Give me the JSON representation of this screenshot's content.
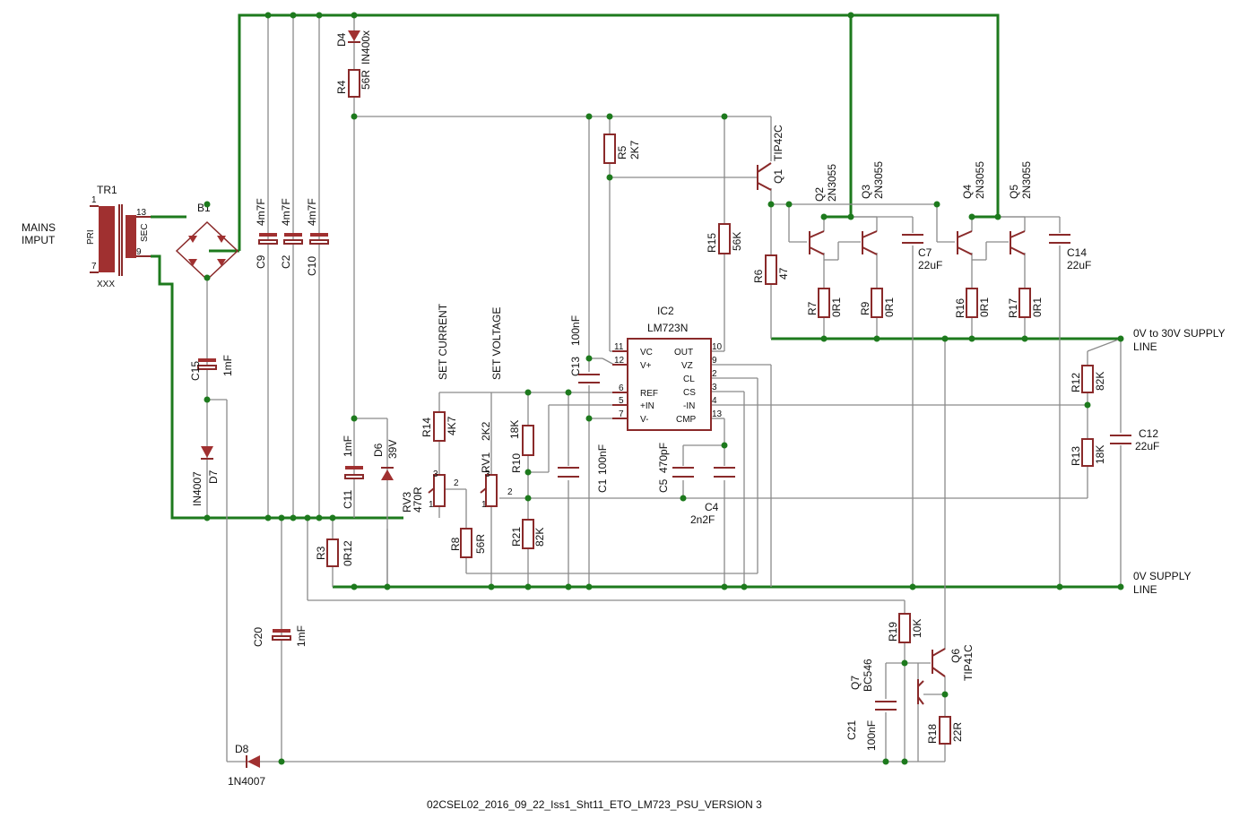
{
  "title": "02CSEL02_2016_09_22_Iss1_Sht11_ETO_LM723_PSU_VERSION 3",
  "labels": {
    "mains": [
      "MAINS",
      "IMPUT"
    ],
    "set_current": "SET CURRENT",
    "set_voltage": "SET VOLTAGE",
    "supply_line": [
      "0V to 30V SUPPLY",
      "LINE"
    ],
    "zero_line": [
      "0V SUPPLY",
      "LINE"
    ]
  },
  "transformer": {
    "ref": "TR1",
    "pri": "PRI",
    "sec": "SEC",
    "pin1": "1",
    "pin7": "7",
    "pin13": "13",
    "pin9": "9",
    "value": "XXX"
  },
  "ic": {
    "ref": "IC2",
    "value": "LM723N",
    "left_pins": [
      {
        "num": "11",
        "name": "VC"
      },
      {
        "num": "12",
        "name": "V+"
      },
      {
        "num": "6",
        "name": "REF"
      },
      {
        "num": "5",
        "name": "+IN"
      },
      {
        "num": "7",
        "name": "V-"
      }
    ],
    "right_pins": [
      {
        "num": "10",
        "name": "OUT"
      },
      {
        "num": "9",
        "name": "VZ"
      },
      {
        "num": "2",
        "name": "CL"
      },
      {
        "num": "3",
        "name": "CS"
      },
      {
        "num": "4",
        "name": "-IN"
      },
      {
        "num": "13",
        "name": "CMP"
      }
    ]
  },
  "components": [
    {
      "ref": "B1",
      "value": ""
    },
    {
      "ref": "C9",
      "value": "4m7F"
    },
    {
      "ref": "C2",
      "value": "4m7F"
    },
    {
      "ref": "C10",
      "value": "4m7F"
    },
    {
      "ref": "D4",
      "value": "IN400x"
    },
    {
      "ref": "R4",
      "value": "56R"
    },
    {
      "ref": "C15",
      "value": "1mF"
    },
    {
      "ref": "D7",
      "value": "IN4007"
    },
    {
      "ref": "C11",
      "value": "1mF"
    },
    {
      "ref": "D6",
      "value": "39V"
    },
    {
      "ref": "R3",
      "value": "0R12"
    },
    {
      "ref": "R14",
      "value": "4K7"
    },
    {
      "ref": "RV3",
      "value": "470R"
    },
    {
      "ref": "R8",
      "value": "56R"
    },
    {
      "ref": "RV1",
      "value": "2K2"
    },
    {
      "ref": "R10",
      "value": "18K"
    },
    {
      "ref": "R21",
      "value": "82K"
    },
    {
      "ref": "C13",
      "value": "100nF"
    },
    {
      "ref": "C1",
      "value": "100nF"
    },
    {
      "ref": "R5",
      "value": "2K7"
    },
    {
      "ref": "R15",
      "value": "56K"
    },
    {
      "ref": "C5",
      "value": "470pF"
    },
    {
      "ref": "C4",
      "value": "2n2F"
    },
    {
      "ref": "Q1",
      "value": "TIP42C"
    },
    {
      "ref": "R6",
      "value": "47"
    },
    {
      "ref": "Q2",
      "value": "2N3055"
    },
    {
      "ref": "Q3",
      "value": "2N3055"
    },
    {
      "ref": "R7",
      "value": "0R1"
    },
    {
      "ref": "R9",
      "value": "0R1"
    },
    {
      "ref": "C7",
      "value": "22uF"
    },
    {
      "ref": "Q4",
      "value": "2N3055"
    },
    {
      "ref": "Q5",
      "value": "2N3055"
    },
    {
      "ref": "R16",
      "value": "0R1"
    },
    {
      "ref": "R17",
      "value": "0R1"
    },
    {
      "ref": "C14",
      "value": "22uF"
    },
    {
      "ref": "R12",
      "value": "82K"
    },
    {
      "ref": "R13",
      "value": "18K"
    },
    {
      "ref": "C12",
      "value": "22uF"
    },
    {
      "ref": "C20",
      "value": "1mF"
    },
    {
      "ref": "D8",
      "value": "1N4007"
    },
    {
      "ref": "R19",
      "value": "10K"
    },
    {
      "ref": "Q6",
      "value": "TIP41C"
    },
    {
      "ref": "Q7",
      "value": "BC546"
    },
    {
      "ref": "C21",
      "value": "100nF"
    },
    {
      "ref": "R18",
      "value": "22R"
    }
  ],
  "pot_pins": {
    "p1": "1",
    "p2": "2",
    "p3": "3"
  },
  "colors": {
    "wire": "#8a8a8a",
    "bus": "#1d7a1d",
    "part": "#8a2a2a",
    "diode": "#6a2a8a"
  }
}
